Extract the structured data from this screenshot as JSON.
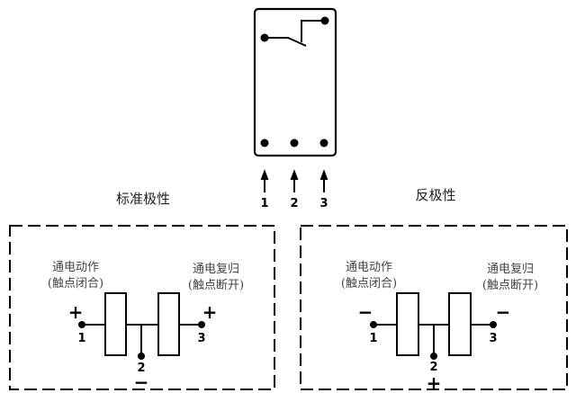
{
  "relay": {
    "pins": [
      "1",
      "2",
      "3"
    ]
  },
  "panels": [
    {
      "title": "标准极性",
      "left_label": [
        "通电动作",
        "(触点闭合)"
      ],
      "right_label": [
        "通电复归",
        "(触点断开)"
      ],
      "pins": [
        "1",
        "2",
        "3"
      ],
      "signs": {
        "pin1": "+",
        "pin2": "−",
        "pin3": "+"
      }
    },
    {
      "title": "反极性",
      "left_label": [
        "通电动作",
        "(触点闭合)"
      ],
      "right_label": [
        "通电复归",
        "(触点断开)"
      ],
      "pins": [
        "1",
        "2",
        "3"
      ],
      "signs": {
        "pin1": "−",
        "pin2": "+",
        "pin3": "−"
      }
    }
  ]
}
